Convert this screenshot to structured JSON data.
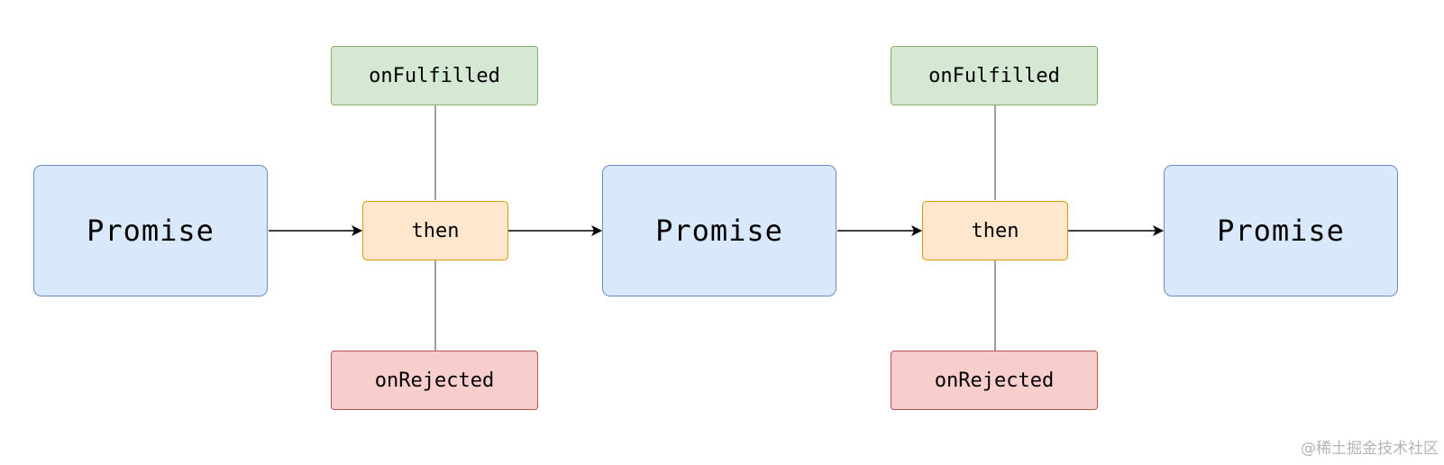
{
  "colors": {
    "promise_fill": "#dae8fc",
    "promise_border": "#6c8ebf",
    "then_fill": "#ffe6cc",
    "then_border": "#d79b00",
    "fulfilled_fill": "#d5e8d4",
    "fulfilled_border": "#82b366",
    "rejected_fill": "#f8cecc",
    "rejected_border": "#b85450",
    "edge": "#000000",
    "branch_line": "#808080"
  },
  "nodes": {
    "promise_1": "Promise",
    "then_1": "then",
    "on_fulfilled_1": "onFulfilled",
    "on_rejected_1": "onRejected",
    "promise_2": "Promise",
    "then_2": "then",
    "on_fulfilled_2": "onFulfilled",
    "on_rejected_2": "onRejected",
    "promise_3": "Promise"
  },
  "edges": [
    {
      "from": "promise_1",
      "to": "then_1",
      "arrow": true
    },
    {
      "from": "then_1",
      "to": "promise_2",
      "arrow": true
    },
    {
      "from": "promise_2",
      "to": "then_2",
      "arrow": true
    },
    {
      "from": "then_2",
      "to": "promise_3",
      "arrow": true
    },
    {
      "from": "then_1",
      "to": "on_fulfilled_1",
      "arrow": false
    },
    {
      "from": "then_1",
      "to": "on_rejected_1",
      "arrow": false
    },
    {
      "from": "then_2",
      "to": "on_fulfilled_2",
      "arrow": false
    },
    {
      "from": "then_2",
      "to": "on_rejected_2",
      "arrow": false
    }
  ],
  "watermark": "@稀土掘金技术社区"
}
